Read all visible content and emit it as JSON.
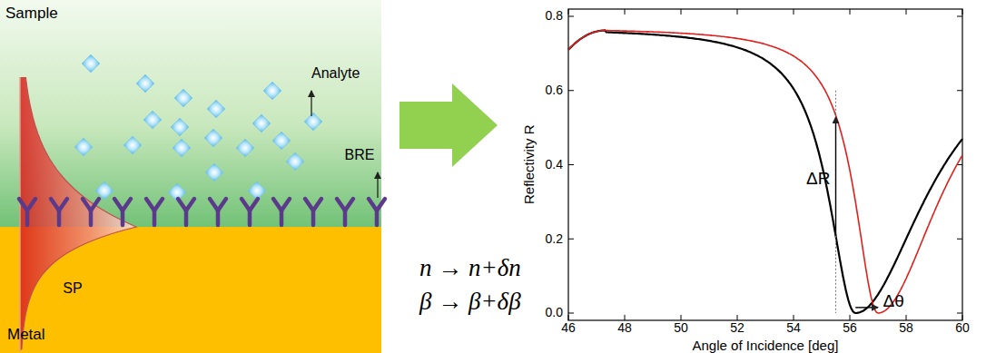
{
  "diagram": {
    "nodes": [
      {
        "text": [
          "Sample"
        ]
      },
      {
        "text": [
          "Metal"
        ]
      }
    ],
    "labels": [
      "Analyte",
      "BRE",
      "SP",
      "n → n+δn",
      "β → β+δβ",
      "ΔR",
      "Δθ",
      "Reflectivity R",
      "Angle of Incidence [deg]",
      "0.0",
      "0.2",
      "0.4",
      "0.6",
      "0.8",
      "46",
      "48",
      "50",
      "52",
      "54",
      "56",
      "58",
      "60"
    ]
  }
}
